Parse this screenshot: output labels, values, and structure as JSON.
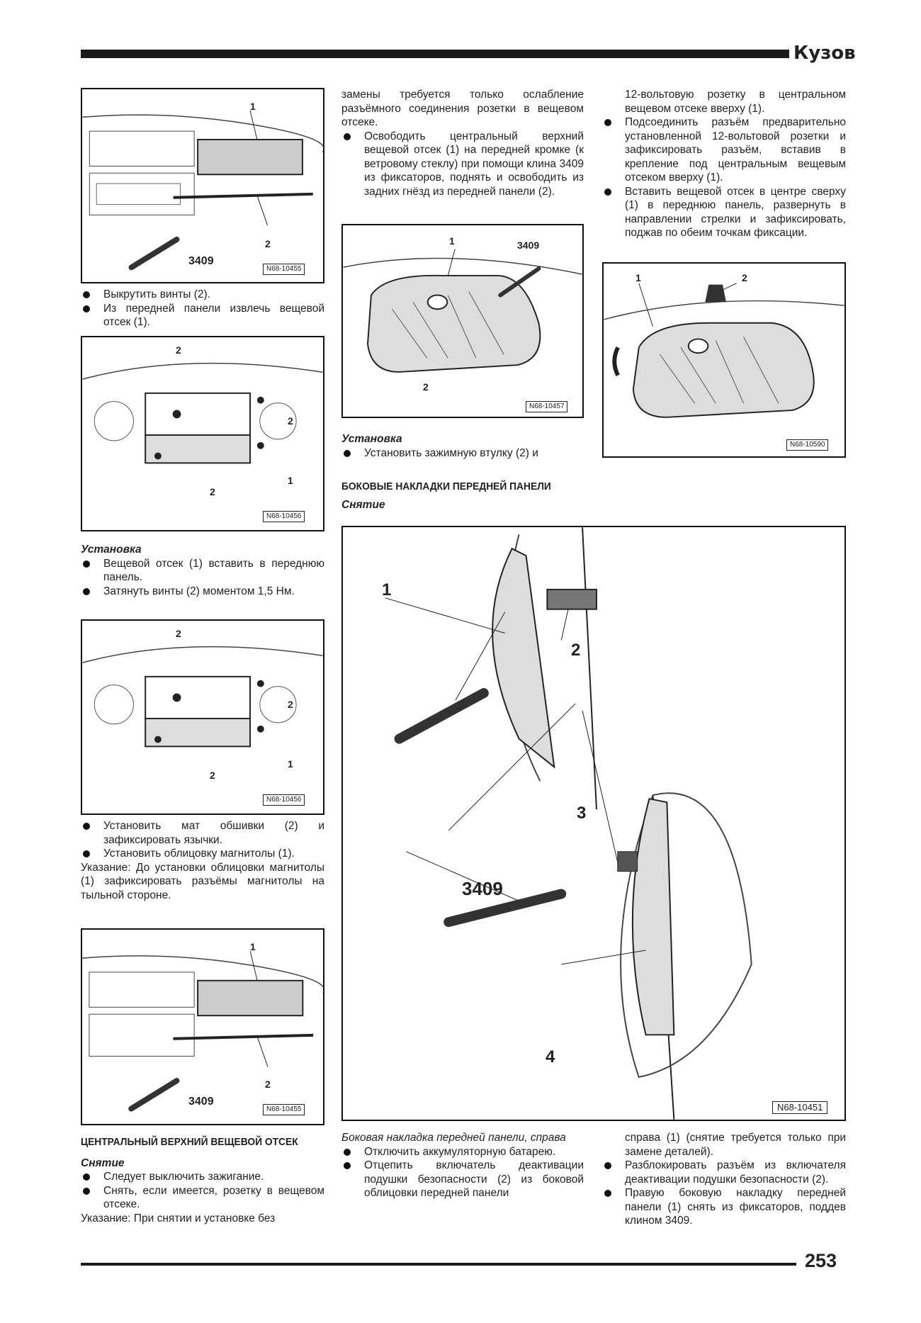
{
  "header": {
    "section_title": "Кузов"
  },
  "footer": {
    "page_number": "253"
  },
  "figures": {
    "f1": {
      "ref": "N68-10455",
      "callouts": [
        "1",
        "2",
        "3409"
      ]
    },
    "f2": {
      "ref": "N68-10456",
      "callouts": [
        "2",
        "2",
        "2",
        "1"
      ]
    },
    "f3": {
      "ref": "N68-10456",
      "callouts": [
        "2",
        "2",
        "2",
        "1"
      ]
    },
    "f4": {
      "ref": "N68-10455",
      "callouts": [
        "1",
        "2",
        "3409"
      ]
    },
    "f5": {
      "ref": "N68-10457",
      "callouts": [
        "1",
        "3409",
        "2"
      ]
    },
    "f6": {
      "ref": "N68-10590",
      "callouts": [
        "1",
        "2"
      ]
    },
    "f7": {
      "ref": "N68-10451",
      "callouts": [
        "1",
        "2",
        "3",
        "3409",
        "4"
      ]
    }
  },
  "col1": {
    "b1": "Выкрутить винты (2).",
    "b2": "Из передней панели извлечь вещевой отсек (1).",
    "install_heading": "Установка",
    "b3": "Вещевой отсек (1) вставить в переднюю панель.",
    "b4": "Затянуть винты (2) моментом 1,5 Нм.",
    "b5": "Установить мат обшивки (2) и зафиксировать язычки.",
    "b6": "Установить облицовку магнитолы (1).",
    "note1": "Указание: До установки облицовки магнитолы (1) зафиксировать разъёмы магнитолы на тыльной стороне.",
    "section_heading": "ЦЕНТРАЛЬНЫЙ ВЕРХНИЙ ВЕЩЕВОЙ ОТСЕК",
    "removal_heading": "Снятие",
    "b7": "Следует выключить зажигание.",
    "b8": "Снять, если имеется, розетку в вещевом отсеке.",
    "note2": "Указание: При снятии и установке без"
  },
  "col2": {
    "p1": "замены требуется только ослабление разъёмного соединения розетки в вещевом отсеке.",
    "b1": "Освободить центральный верхний вещевой отсек (1) на передней кромке (к ветровому стеклу) при помощи клина 3409 из фиксаторов, поднять и освободить из задних гнёзд из передней панели (2).",
    "install_heading": "Установка",
    "b2": "Установить зажимную втулку (2) и",
    "section_heading": "БОКОВЫЕ НАКЛАДКИ ПЕРЕДНЕЙ ПАНЕЛИ",
    "removal_heading": "Снятие",
    "caption": "Боковая накладка передней панели, справа",
    "b3": "Отключить аккумуляторную батарею.",
    "b4": "Отцепить включатель деактивации подушки безопасности (2) из боковой облицовки передней панели"
  },
  "col3": {
    "p1": "12-вольтовую розетку в центральном вещевом отсеке вверху (1).",
    "b1": "Подсоединить разъём предварительно установленной 12-вольтовой розетки и зафиксировать разъём, вставив в крепление под центральным вещевым отсеком вверху (1).",
    "b2": "Вставить вещевой отсек в центре сверху (1) в переднюю панель, развернуть в направлении стрелки и зафиксировать, поджав по обеим точкам фиксации.",
    "p2": "справа (1) (снятие требуется только при замене деталей).",
    "b3": "Разблокировать разъём из включателя деактивации подушки безопасности (2).",
    "b4": "Правую боковую накладку передней панели (1) снять из фиксаторов, поддев клином 3409."
  }
}
